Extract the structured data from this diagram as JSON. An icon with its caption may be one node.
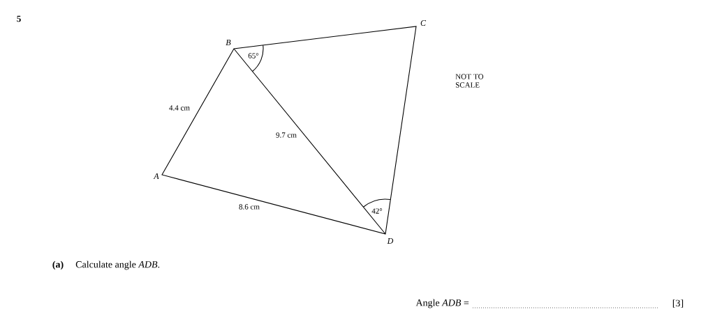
{
  "diagram": {
    "labels": [
      "5",
      "B",
      "C",
      "65°",
      "NOT TO SCALE",
      "4.4 cm",
      "9.7 cm",
      "A",
      "8.6 cm",
      "42°",
      "D",
      "(a)",
      "Calculate angle *ADB*.",
      "Angle *ADB* =",
      "[3]"
    ]
  }
}
